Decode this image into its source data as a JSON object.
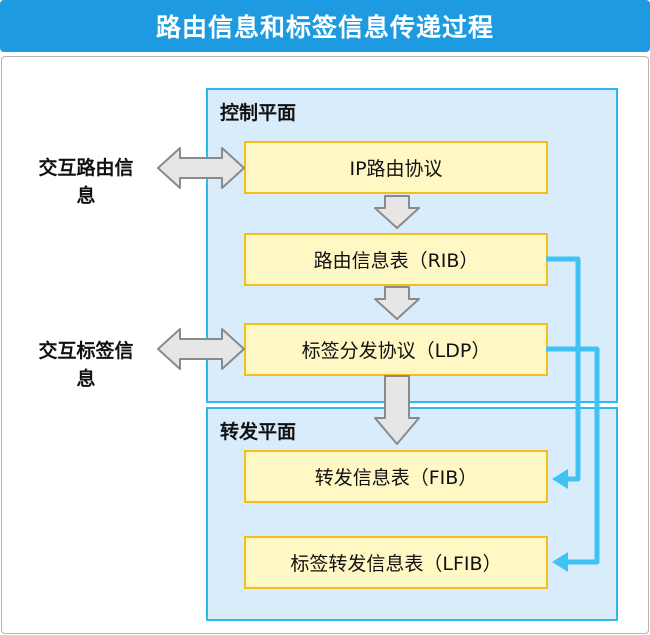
{
  "title": "路由信息和标签信息传递过程",
  "control_plane": {
    "label": "控制平面",
    "boxes": [
      "IP路由协议",
      "路由信息表（RIB）",
      "标签分发协议（LDP）"
    ]
  },
  "forwarding_plane": {
    "label": "转发平面",
    "boxes": [
      "转发信息表（FIB）",
      "标签转发信息表（LFIB）"
    ]
  },
  "side_labels": {
    "routing": {
      "line1": "交互路由信",
      "line2": "息"
    },
    "label": {
      "line1": "交互标签信",
      "line2": "息"
    }
  },
  "colors": {
    "title_bg": "#1e9be0",
    "plane_bg": "#d9ecfb",
    "plane_border": "#30b7ee",
    "box_bg": "#fff8c4",
    "box_border": "#f3c01b",
    "arrow_fill": "#e6e6e6",
    "arrow_stroke": "#8a8a8a",
    "connector": "#3fc3f5"
  }
}
